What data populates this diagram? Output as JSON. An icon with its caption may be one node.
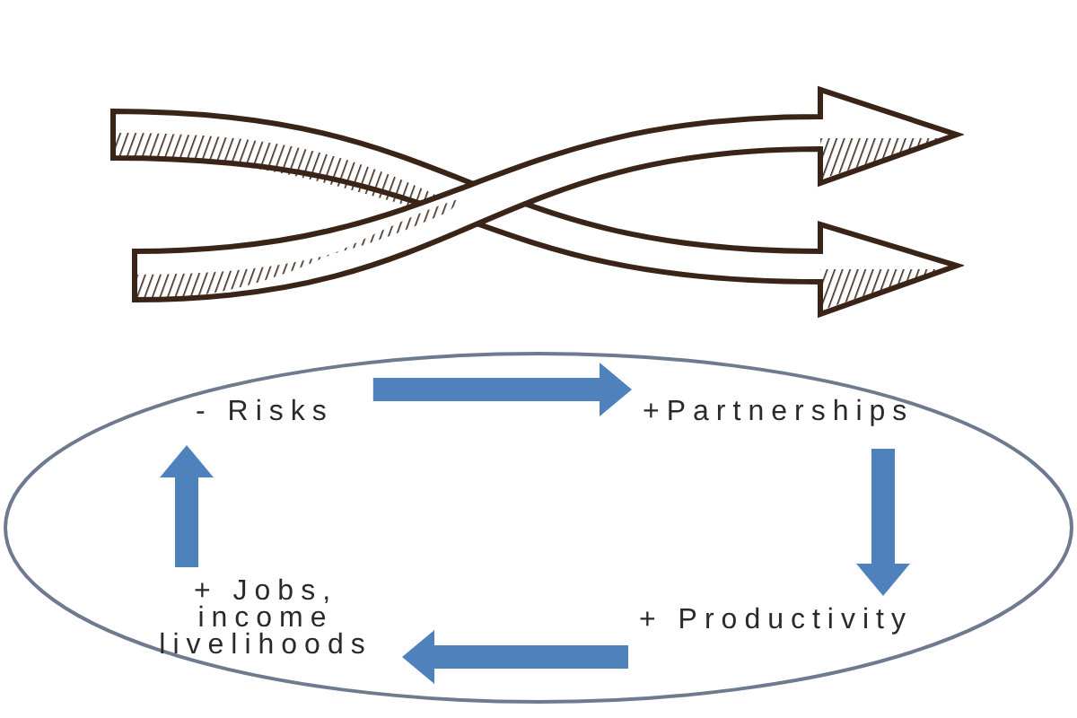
{
  "diagram": {
    "nodes": [
      {
        "text": [],
        "shape": "ellipse"
      },
      {
        "text": [
          "- Risks"
        ],
        "in": 0
      },
      {
        "text": [
          "+Partnerships"
        ],
        "in": 0
      },
      {
        "text": [
          "+ Jobs, income livelihoods"
        ],
        "in": 0
      },
      {
        "text": [
          "+ Productivity"
        ],
        "in": 0
      }
    ],
    "edges": [
      {
        "from": 1,
        "to": 2,
        "arrow": "to"
      },
      {
        "from": 2,
        "to": 4,
        "arrow": "to"
      },
      {
        "from": 4,
        "to": 3,
        "arrow": "to"
      },
      {
        "from": 3,
        "to": 1,
        "arrow": "to"
      }
    ]
  }
}
